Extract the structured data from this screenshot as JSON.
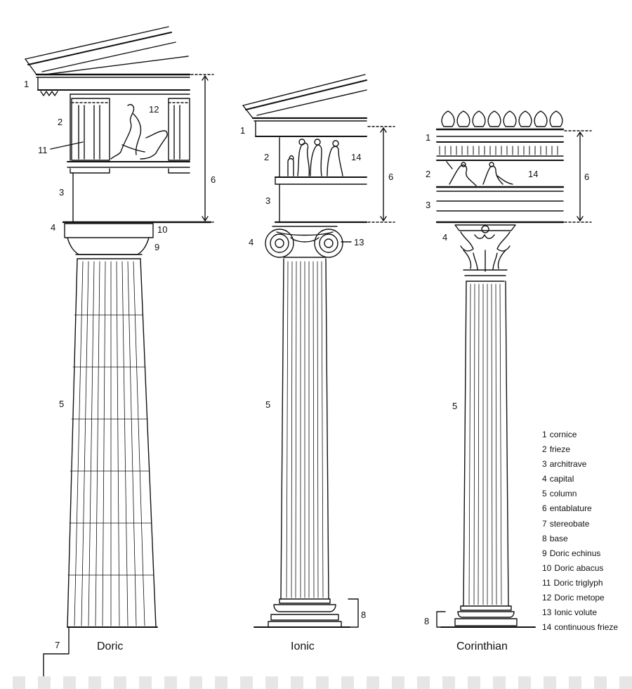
{
  "orders": [
    {
      "id": "doric",
      "title": "Doric"
    },
    {
      "id": "ionic",
      "title": "Ionic"
    },
    {
      "id": "corinthian",
      "title": "Corinthian"
    }
  ],
  "callouts": {
    "doric": [
      "1",
      "2",
      "11",
      "12",
      "3",
      "6",
      "4",
      "10",
      "9",
      "5",
      "7"
    ],
    "ionic": [
      "1",
      "2",
      "14",
      "6",
      "3",
      "4",
      "13",
      "5",
      "8"
    ],
    "corinthian": [
      "1",
      "2",
      "14",
      "6",
      "3",
      "4",
      "5",
      "8"
    ]
  },
  "legend": [
    {
      "num": "1",
      "text": "cornice"
    },
    {
      "num": "2",
      "text": "frieze"
    },
    {
      "num": "3",
      "text": "architrave"
    },
    {
      "num": "4",
      "text": "capital"
    },
    {
      "num": "5",
      "text": "column"
    },
    {
      "num": "6",
      "text": "entablature"
    },
    {
      "num": "7",
      "text": "stereobate"
    },
    {
      "num": "8",
      "text": "base"
    },
    {
      "num": "9",
      "text": "Doric echinus"
    },
    {
      "num": "10",
      "text": "Doric abacus"
    },
    {
      "num": "11",
      "text": "Doric triglyph"
    },
    {
      "num": "12",
      "text": "Doric metope"
    },
    {
      "num": "13",
      "text": "Ionic volute"
    },
    {
      "num": "14",
      "text": "continuous frieze"
    }
  ]
}
